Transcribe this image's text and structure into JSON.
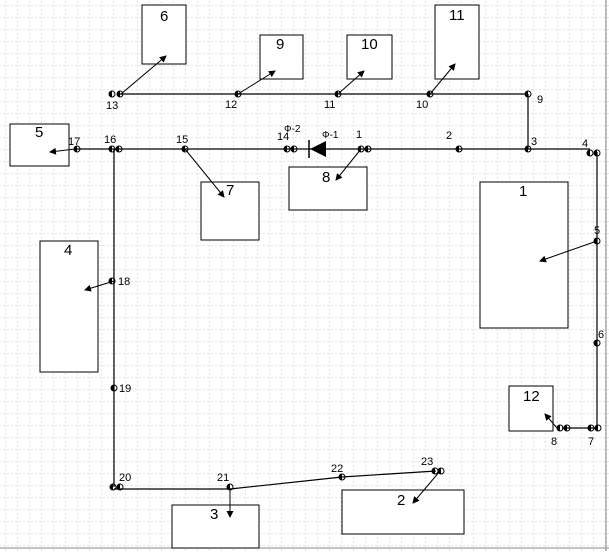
{
  "diagram": {
    "boxes": [
      {
        "id": "b6",
        "label": "6"
      },
      {
        "id": "b9",
        "label": "9"
      },
      {
        "id": "b10",
        "label": "10"
      },
      {
        "id": "b11",
        "label": "11"
      },
      {
        "id": "b5",
        "label": "5"
      },
      {
        "id": "b8",
        "label": "8"
      },
      {
        "id": "b7",
        "label": "7"
      },
      {
        "id": "b1",
        "label": "1"
      },
      {
        "id": "b4",
        "label": "4"
      },
      {
        "id": "b12",
        "label": "12"
      },
      {
        "id": "b3",
        "label": "3"
      },
      {
        "id": "b2",
        "label": "2"
      }
    ],
    "nodes": [
      {
        "id": "n13",
        "label": "13"
      },
      {
        "id": "n12",
        "label": "12"
      },
      {
        "id": "n11",
        "label": "11"
      },
      {
        "id": "n10",
        "label": "10"
      },
      {
        "id": "n9",
        "label": "9"
      },
      {
        "id": "n17",
        "label": "17"
      },
      {
        "id": "n16",
        "label": "16"
      },
      {
        "id": "n15",
        "label": "15"
      },
      {
        "id": "n14",
        "label": "14"
      },
      {
        "id": "n1",
        "label": "1"
      },
      {
        "id": "n2",
        "label": "2"
      },
      {
        "id": "n3",
        "label": "3"
      },
      {
        "id": "n4",
        "label": "4"
      },
      {
        "id": "n5",
        "label": "5"
      },
      {
        "id": "n6",
        "label": "6"
      },
      {
        "id": "n18",
        "label": "18"
      },
      {
        "id": "n19",
        "label": "19"
      },
      {
        "id": "n8",
        "label": "8"
      },
      {
        "id": "n7",
        "label": "7"
      },
      {
        "id": "n20",
        "label": "20"
      },
      {
        "id": "n21",
        "label": "21"
      },
      {
        "id": "n22",
        "label": "22"
      },
      {
        "id": "n23",
        "label": "23"
      }
    ],
    "valves": [
      {
        "id": "f2",
        "label": "Ф-2"
      },
      {
        "id": "f1",
        "label": "Ф-1"
      }
    ],
    "colors": {
      "line": "#000000",
      "grid": "#b8b8b8",
      "background": "#ffffff"
    }
  }
}
